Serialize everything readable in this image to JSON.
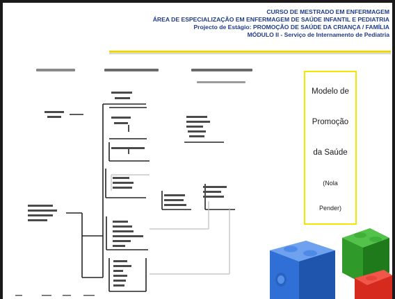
{
  "header": {
    "line1": "CURSO DE MESTRADO EM ENFERMAGEM",
    "line2": "ÁREA DE ESPECIALIZAÇÃO EM ENFERMAGEM DE SAÚDE INFANTIL E PEDIATRIA",
    "line3": "Projecto de Estágio: PROMOÇÃO DE SAÚDE DA CRIANÇA / FAMÍLIA",
    "line4": "MÓDULO II - Serviço de Internamento de Pediatria"
  },
  "model_box": {
    "line1": "Modelo de",
    "line2": "Promoção",
    "line3": "da Saúde",
    "line4": "(Nola",
    "line5": "Pender)"
  },
  "colors": {
    "header_text": "#1f3b8a",
    "accent_yellow": "#f3d400",
    "box_border": "#f3e600",
    "block_blue": "#2f6fd6",
    "block_green": "#2f9a2a",
    "block_red": "#d62a1e"
  }
}
